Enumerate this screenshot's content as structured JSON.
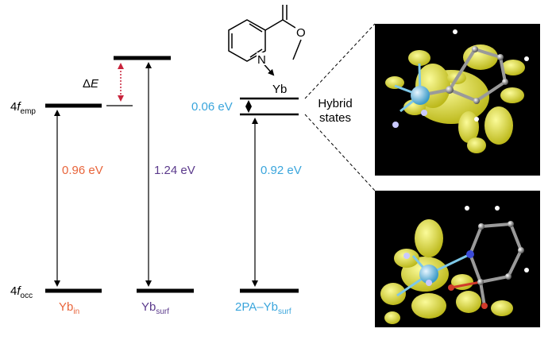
{
  "levels": {
    "f_emp": {
      "main": "4",
      "ital": "f",
      "sub": "emp"
    },
    "f_occ": {
      "main": "4",
      "ital": "f",
      "sub": "occ"
    }
  },
  "delta_e": {
    "symbol": "Δ",
    "ital": "E"
  },
  "gaps": {
    "yb_in": "0.96 eV",
    "yb_surf": "1.24 eV",
    "hybrid_top": "0.06 eV",
    "hybrid_bottom": "0.92 eV"
  },
  "columns": {
    "yb_in": {
      "main": "Yb",
      "sub": "in"
    },
    "yb_surf": {
      "main": "Yb",
      "sub": "surf"
    },
    "pa_yb": {
      "main": "2PA–Yb",
      "sub": "surf"
    }
  },
  "molecule": {
    "n": "N",
    "o": "O",
    "yb": "Yb"
  },
  "hybrid_label": {
    "line1": "Hybrid",
    "line2": "states"
  },
  "colors": {
    "orange": "#e8643a",
    "purple": "#5b3a8c",
    "blue": "#3aa5dc",
    "red_arrow": "#c8243c",
    "orbital": "#e7e63a"
  }
}
